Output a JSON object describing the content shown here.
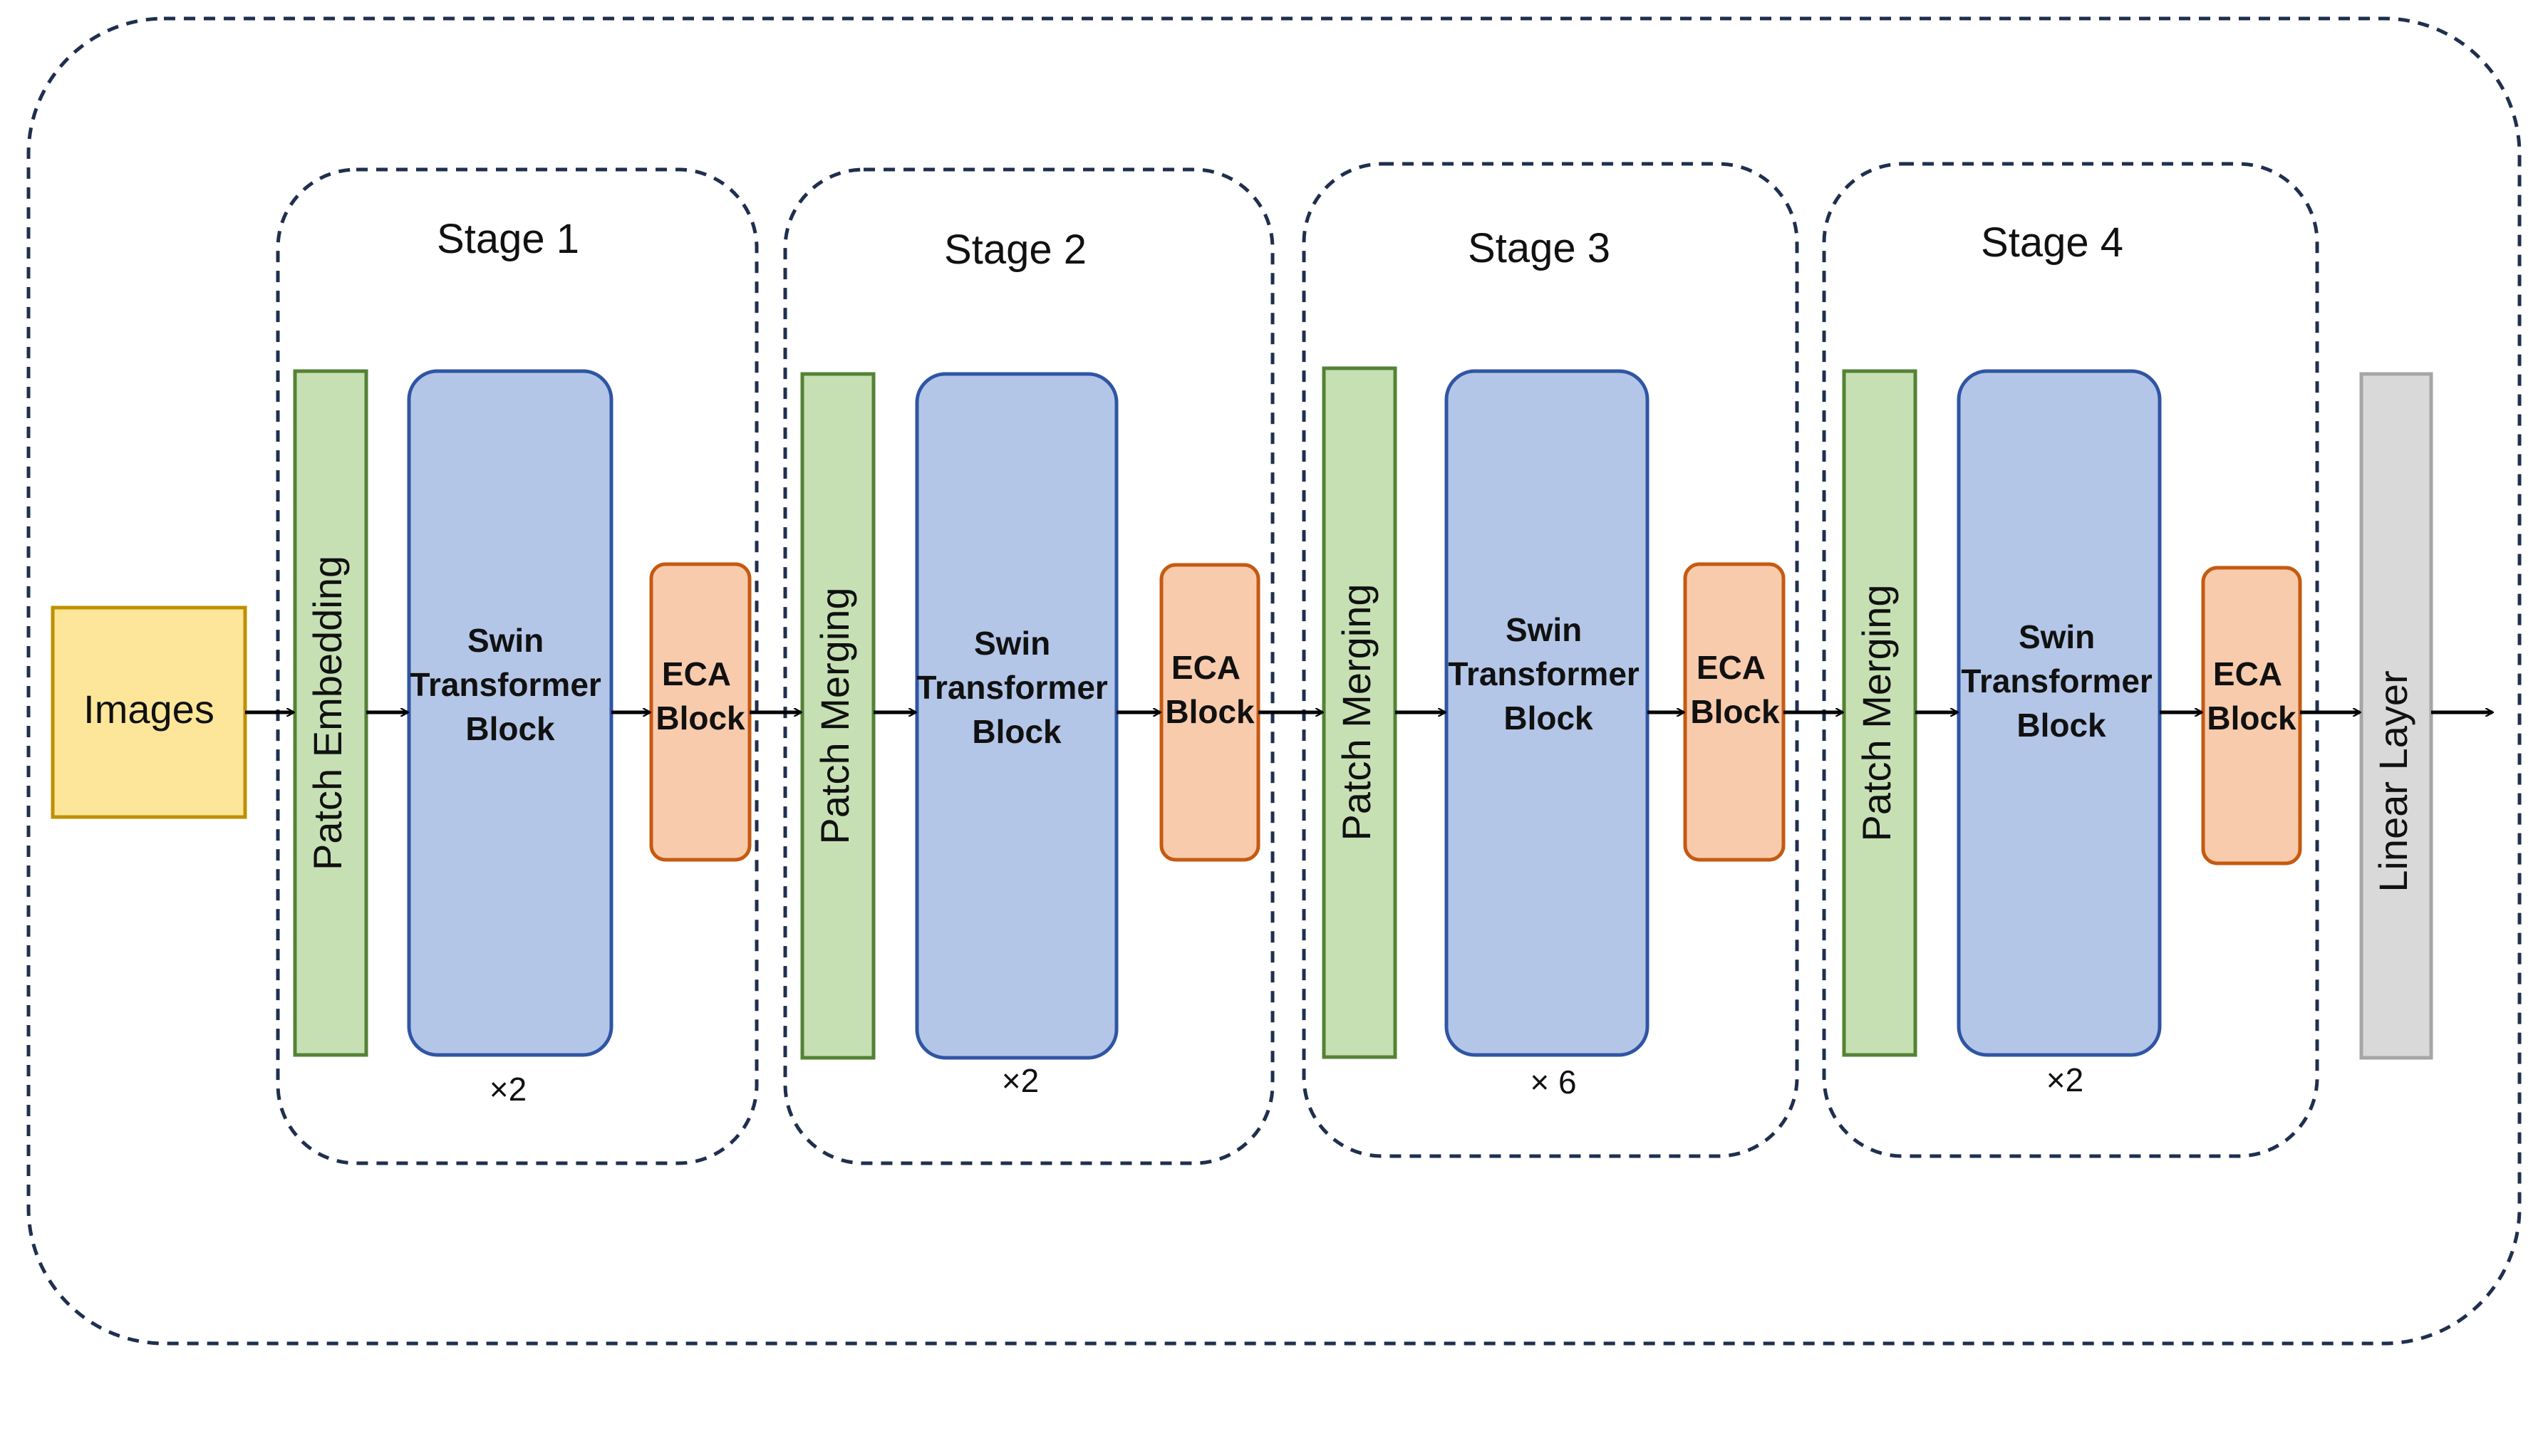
{
  "diagram": {
    "input_label": "Images",
    "output_label": "Linear Layer",
    "stages": [
      {
        "title": "Stage 1",
        "entry_label": "Patch Embedding",
        "swin_lines": [
          "Swin",
          "Transformer",
          "Block"
        ],
        "eca_lines": [
          "ECA",
          "Block"
        ],
        "repeat": "×2"
      },
      {
        "title": "Stage 2",
        "entry_label": "Patch Merging",
        "swin_lines": [
          "Swin",
          "Transformer",
          "Block"
        ],
        "eca_lines": [
          "ECA",
          "Block"
        ],
        "repeat": "×2"
      },
      {
        "title": "Stage 3",
        "entry_label": "Patch Merging",
        "swin_lines": [
          "Swin",
          "Transformer",
          "Block"
        ],
        "eca_lines": [
          "ECA",
          "Block"
        ],
        "repeat": "× 6"
      },
      {
        "title": "Stage 4",
        "entry_label": "Patch Merging",
        "swin_lines": [
          "Swin",
          "Transformer",
          "Block"
        ],
        "eca_lines": [
          "ECA",
          "Block"
        ],
        "repeat": "×2"
      }
    ],
    "colors": {
      "input_fill": "#fde699",
      "input_stroke": "#bf9000",
      "entry_fill": "#c6e0b4",
      "entry_stroke": "#548235",
      "swin_fill": "#b4c6e7",
      "swin_stroke": "#2f55a4",
      "eca_fill": "#f8cbad",
      "eca_stroke": "#c55a11",
      "output_fill": "#d9d9d9",
      "output_stroke": "#a6a6a6",
      "dash_stroke": "#1f2f4f"
    }
  }
}
